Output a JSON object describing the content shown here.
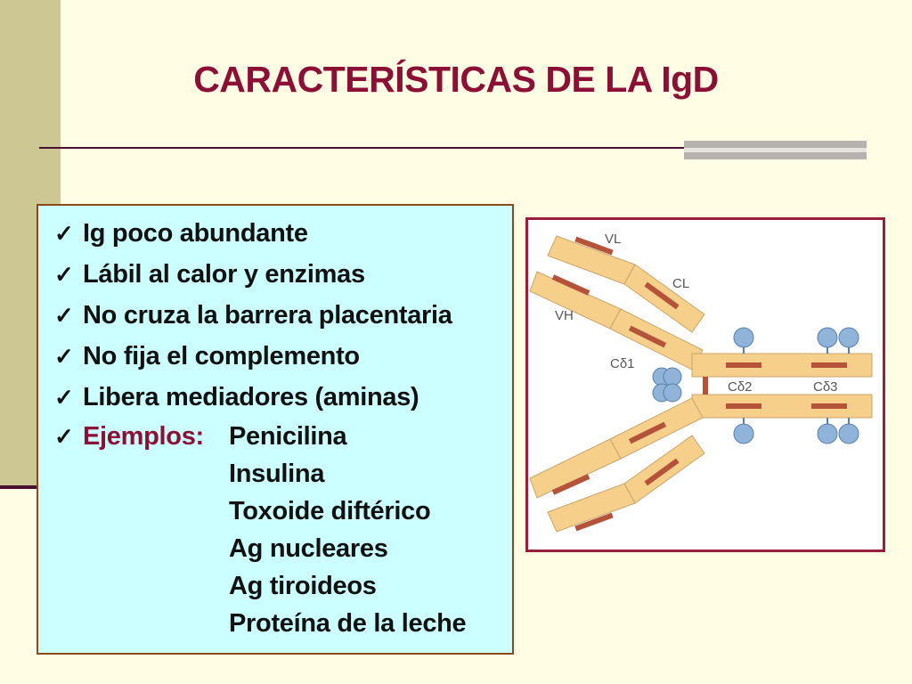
{
  "slide": {
    "title": "CARACTERÍSTICAS DE LA IgD",
    "bullets": [
      "Ig poco abundante",
      "Lábil al calor y enzimas",
      "No cruza la barrera placentaria",
      "No fija el complemento",
      "Libera mediadores (aminas)"
    ],
    "examples_label": "Ejemplos:",
    "examples": [
      "Penicilina",
      "Insulina",
      "Toxoide diftérico",
      "Ag nucleares",
      "Ag tiroideos",
      "Proteína de la leche"
    ],
    "figure": {
      "labels": [
        "VL",
        "CL",
        "VH",
        "Cδ1",
        "Cδ2",
        "Cδ3"
      ]
    }
  },
  "colors": {
    "title": "#8b1035",
    "background": "#fffde4",
    "stripe": "#cdc793",
    "textbox_bg": "#ccffff",
    "figure_border": "#9a1f3e",
    "domain_fill": "#f6cf8a",
    "domain_band": "#b5533a",
    "carbohydrate": "#8fb3d9"
  },
  "icons": {
    "bullet": "checkmark-icon"
  }
}
